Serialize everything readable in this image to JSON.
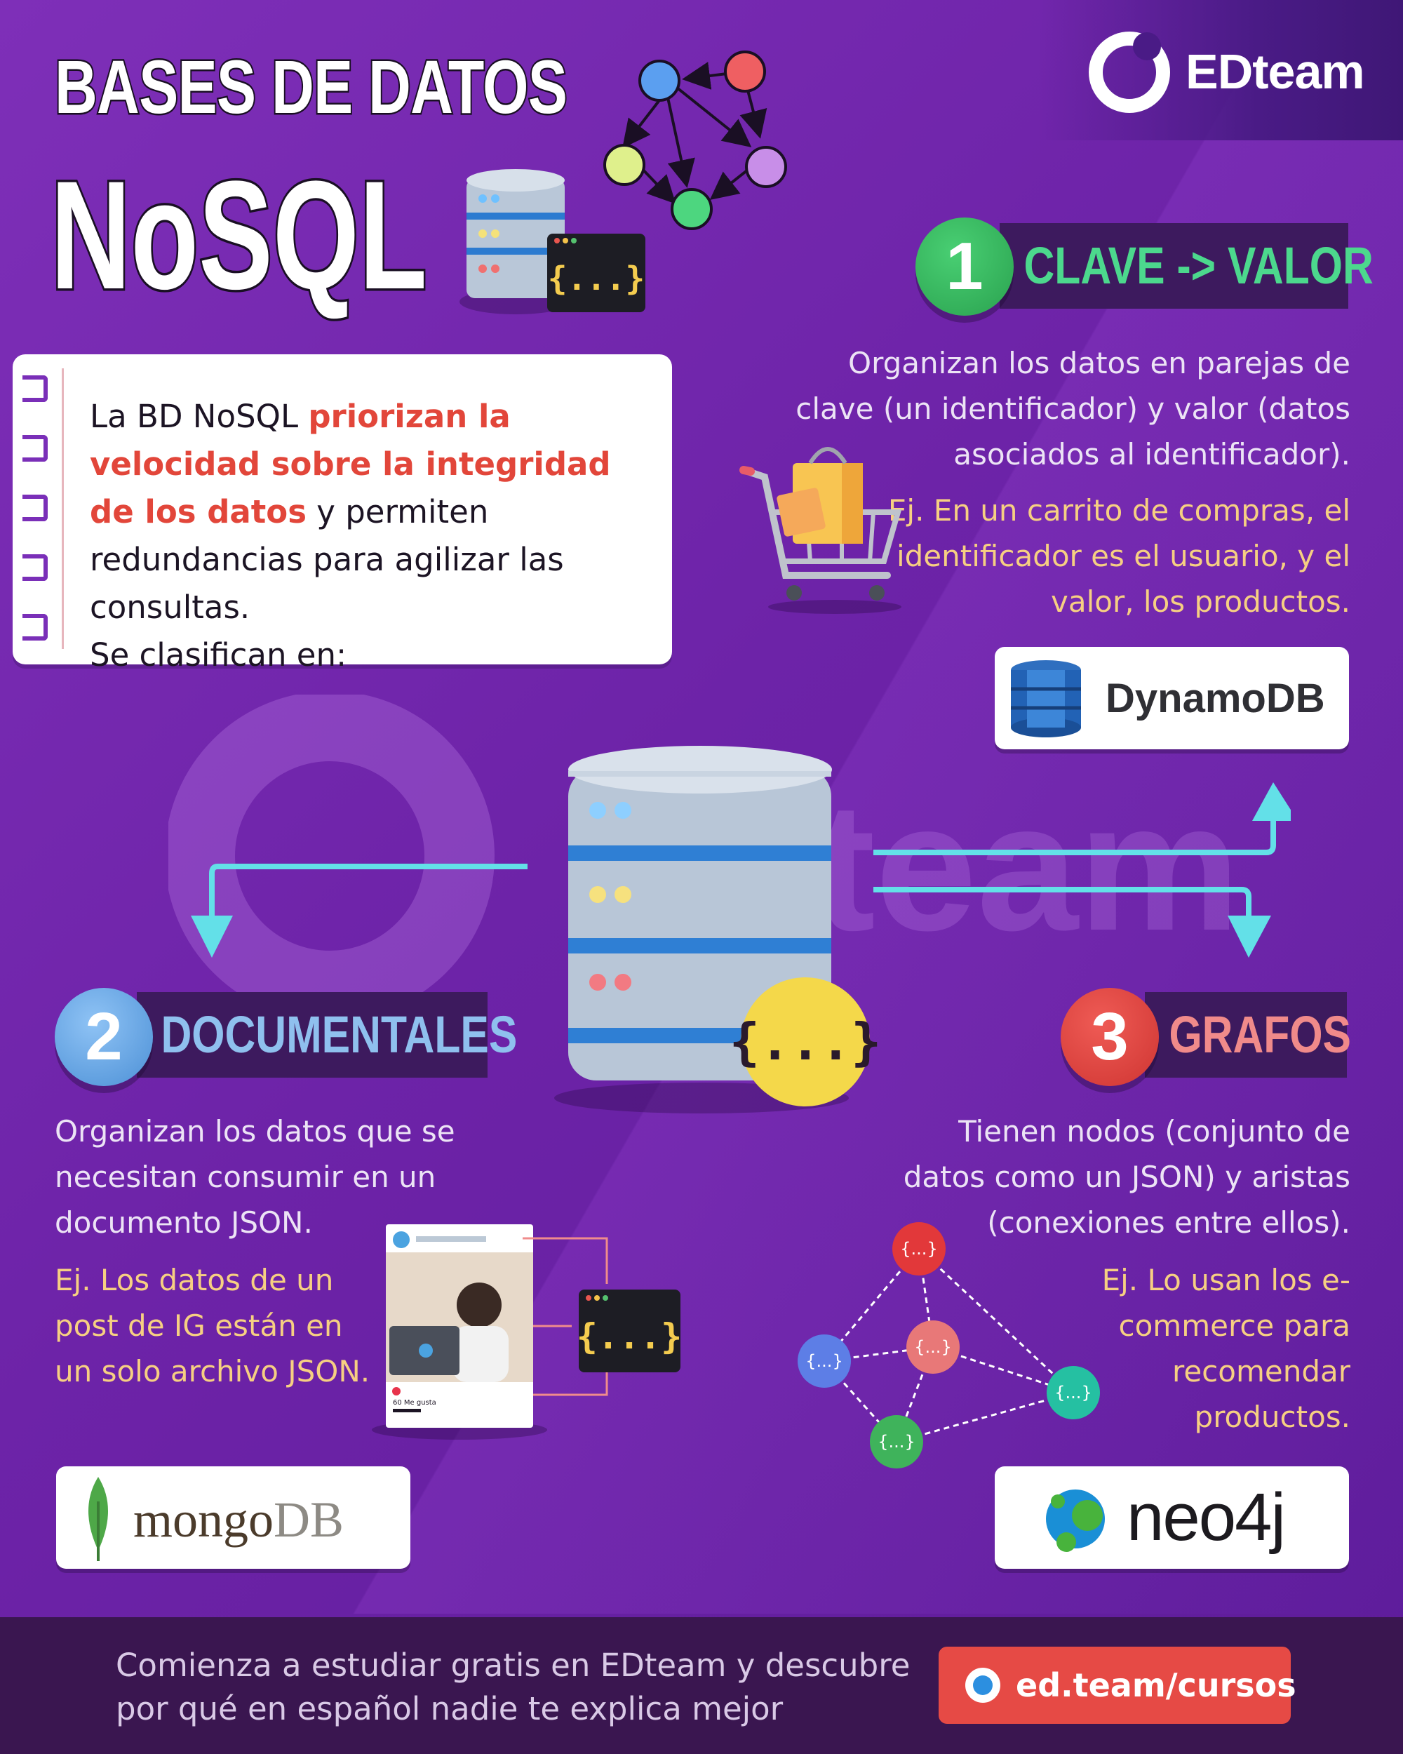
{
  "header": {
    "title_line1": "BASES DE DATOS",
    "title_line2": "NoSQL",
    "logo": "EDteam",
    "code_badge": "{...}"
  },
  "intro": {
    "part1": "La BD NoSQL ",
    "highlight": "priorizan la velocidad sobre la integridad de los datos",
    "part2": " y permiten redundancias para agilizar las consultas.",
    "part3": "Se clasifican en:"
  },
  "sections": {
    "kv": {
      "number": "1",
      "title": "CLAVE -> VALOR",
      "description": "Organizan los datos en parejas de clave (un identificador) y valor (datos asociados al identificador).",
      "example": "Ej. En un carrito de compras, el identificador es el usuario, y el valor, los productos.",
      "brand": "DynamoDB",
      "color": "#4cd88d"
    },
    "docs": {
      "number": "2",
      "title": "DOCUMENTALES",
      "description": "Organizan los datos que se necesitan consumir en un documento JSON.",
      "example": "Ej. Los datos de un post de IG están en un solo archivo JSON.",
      "brand_a": "mongo",
      "brand_b": "DB",
      "post_likes": "60 Me gusta",
      "color": "#8fc0ee"
    },
    "graph": {
      "number": "3",
      "title": "GRAFOS",
      "description": "Tienen nodos (conjunto de datos como un JSON) y aristas (conexiones entre ellos).",
      "example": "Ej. Lo usan los e-commerce para recomendar productos.",
      "brand": "neo4j",
      "node_label": "{...}",
      "color": "#f08a8a"
    }
  },
  "center": {
    "watermark": "EDteam",
    "badge": "{...}"
  },
  "footer": {
    "text": "Comienza a estudiar gratis en EDteam y descubre por qué en español nadie te explica mejor",
    "cta": "ed.team/cursos"
  },
  "colors": {
    "bg": "#6d23a8",
    "accent_red": "#e64a45",
    "footer": "#3a1650"
  }
}
